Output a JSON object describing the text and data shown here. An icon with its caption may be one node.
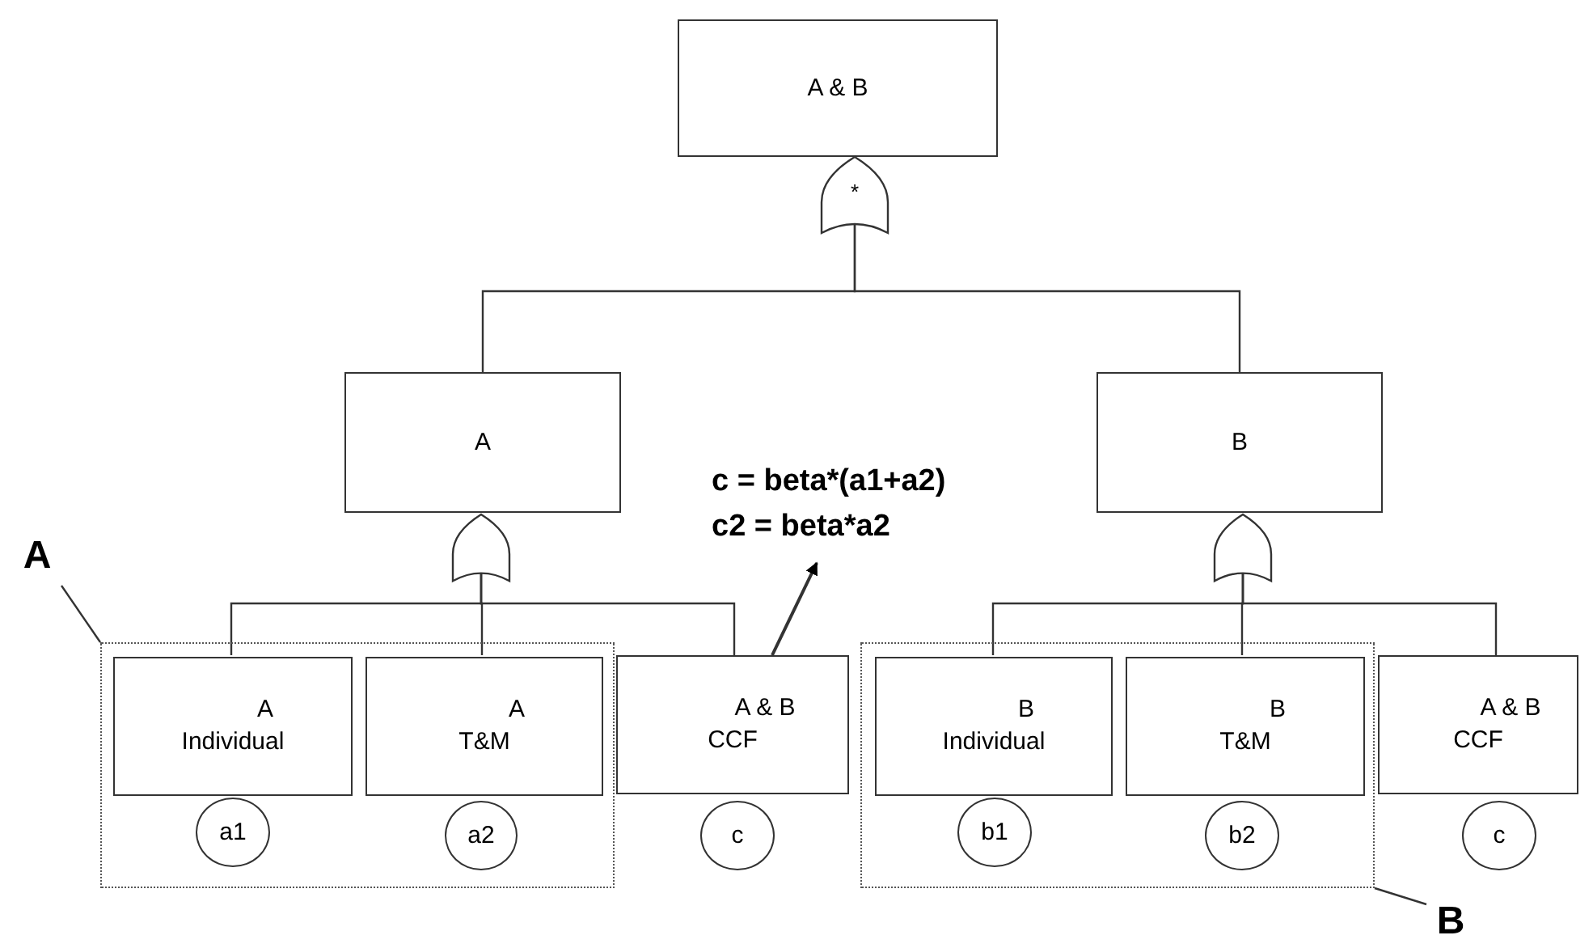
{
  "diagram": {
    "nodes": [
      {
        "text": [
          "A & B"
        ]
      },
      {
        "text": [
          "*"
        ]
      },
      {
        "text": [
          "A"
        ]
      },
      {
        "text": [],
        "shape": "gate"
      },
      {
        "text": [
          "B"
        ]
      },
      {
        "text": [],
        "shape": "gate"
      },
      {
        "text": [
          "c = beta*(a1+a2)",
          "c2 = beta*a2"
        ]
      },
      {
        "text": [
          "A"
        ]
      },
      {
        "text": [],
        "shape": "box"
      },
      {
        "text": [
          "A",
          "Individual"
        ],
        "in": 8
      },
      {
        "text": [
          "A",
          "T&M"
        ],
        "in": 8
      },
      {
        "text": [
          "a1"
        ],
        "in": 8
      },
      {
        "text": [
          "a2"
        ],
        "in": 8
      },
      {
        "text": [
          "A & B",
          "CCF"
        ]
      },
      {
        "text": [
          "c"
        ]
      },
      {
        "text": [],
        "shape": "box"
      },
      {
        "text": [
          "B",
          "Individual"
        ],
        "in": 15
      },
      {
        "text": [
          "B",
          "T&M"
        ],
        "in": 15
      },
      {
        "text": [
          "b1"
        ],
        "in": 15
      },
      {
        "text": [
          "b2"
        ],
        "in": 15
      },
      {
        "text": [
          "A & B",
          "CCF"
        ]
      },
      {
        "text": [
          "c"
        ]
      },
      {
        "text": [
          "B"
        ]
      }
    ],
    "edges": [
      {
        "from": 1,
        "to": 2,
        "arrow": "none"
      },
      {
        "from": 1,
        "to": 4,
        "arrow": "none"
      },
      {
        "from": 3,
        "to": 9,
        "arrow": "none"
      },
      {
        "from": 3,
        "to": 10,
        "arrow": "none"
      },
      {
        "from": 3,
        "to": 13,
        "arrow": "none"
      },
      {
        "from": 5,
        "to": 16,
        "arrow": "none"
      },
      {
        "from": 5,
        "to": 17,
        "arrow": "none"
      },
      {
        "from": 5,
        "to": 20,
        "arrow": "none"
      },
      {
        "from": 7,
        "to": 8,
        "arrow": "none"
      },
      {
        "from": 22,
        "to": 15,
        "arrow": "none"
      },
      {
        "from": 13,
        "to": 6,
        "arrow": "to"
      }
    ]
  }
}
